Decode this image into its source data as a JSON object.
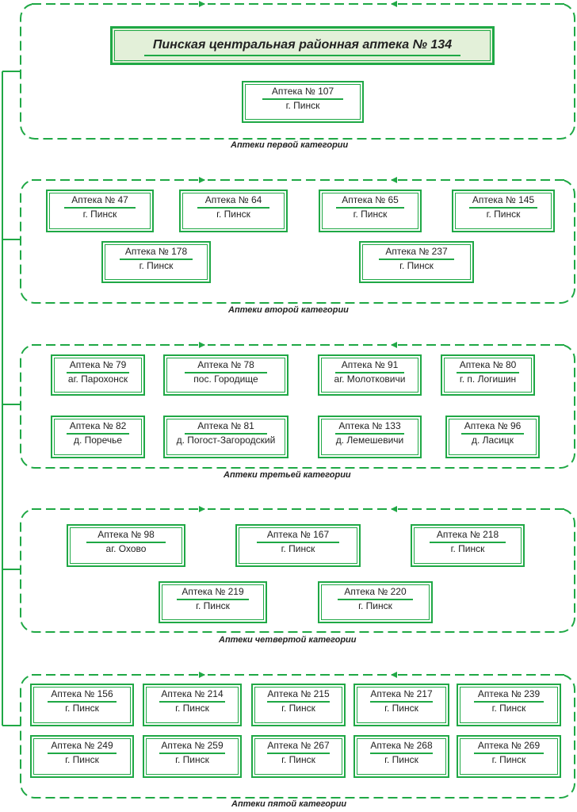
{
  "header": {
    "title": "Пинская центральная районная аптека № 134"
  },
  "groups": [
    {
      "label": "Аптеки первой категории",
      "items": [
        {
          "name": "Аптека № 107",
          "location": "г. Пинск"
        }
      ]
    },
    {
      "label": "Аптеки второй категории",
      "items": [
        {
          "name": "Аптека № 47",
          "location": "г. Пинск"
        },
        {
          "name": "Аптека № 64",
          "location": "г. Пинск"
        },
        {
          "name": "Аптека № 65",
          "location": "г. Пинск"
        },
        {
          "name": "Аптека № 145",
          "location": "г. Пинск"
        },
        {
          "name": "Аптека № 178",
          "location": "г. Пинск"
        },
        {
          "name": "Аптека № 237",
          "location": "г. Пинск"
        }
      ]
    },
    {
      "label": "Аптеки третьей категории",
      "items": [
        {
          "name": "Аптека № 79",
          "location": "аг. Парохонск"
        },
        {
          "name": "Аптека № 78",
          "location": "пос. Городище"
        },
        {
          "name": "Аптека № 91",
          "location": "аг. Молотковичи"
        },
        {
          "name": "Аптека № 80",
          "location": "г. п. Логишин"
        },
        {
          "name": "Аптека № 82",
          "location": "д. Поречье"
        },
        {
          "name": "Аптека № 81",
          "location": "д. Погост-Загородский"
        },
        {
          "name": "Аптека № 133",
          "location": "д. Лемешевичи"
        },
        {
          "name": "Аптека № 96",
          "location": "д. Ласицк"
        }
      ]
    },
    {
      "label": "Аптеки четвертой категории",
      "items": [
        {
          "name": "Аптека № 98",
          "location": "аг. Охово"
        },
        {
          "name": "Аптека № 167",
          "location": "г. Пинск"
        },
        {
          "name": "Аптека № 218",
          "location": "г. Пинск"
        },
        {
          "name": "Аптека № 219",
          "location": "г. Пинск"
        },
        {
          "name": "Аптека № 220",
          "location": "г. Пинск"
        }
      ]
    },
    {
      "label": "Аптеки пятой категории",
      "items": [
        {
          "name": "Аптека № 156",
          "location": "г. Пинск"
        },
        {
          "name": "Аптека № 214",
          "location": "г. Пинск"
        },
        {
          "name": "Аптека № 215",
          "location": "г. Пинск"
        },
        {
          "name": "Аптека № 217",
          "location": "г. Пинск"
        },
        {
          "name": "Аптека № 239",
          "location": "г. Пинск"
        },
        {
          "name": "Аптека № 249",
          "location": "г. Пинск"
        },
        {
          "name": "Аптека № 259",
          "location": "г. Пинск"
        },
        {
          "name": "Аптека № 267",
          "location": "г. Пинск"
        },
        {
          "name": "Аптека № 268",
          "location": "г. Пинск"
        },
        {
          "name": "Аптека № 269",
          "location": "г. Пинск"
        }
      ]
    }
  ],
  "colors": {
    "accent": "#1fa845",
    "title_fill": "#e3f0d9"
  }
}
